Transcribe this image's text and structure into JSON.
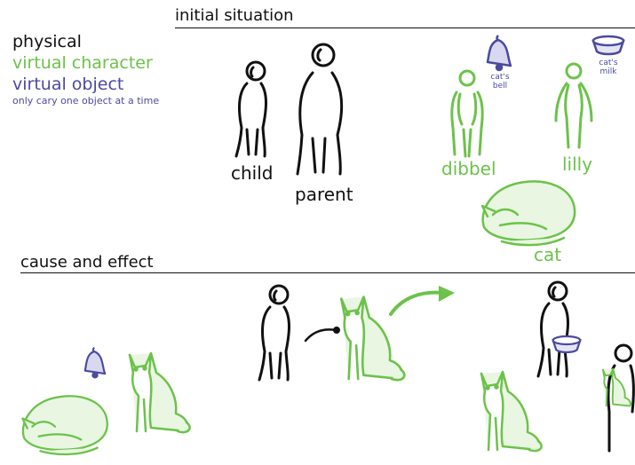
{
  "colors": {
    "physical": "#111111",
    "virtual_character": "#6cc24a",
    "virtual_object": "#4a4aa0"
  },
  "legend": {
    "physical": "physical",
    "virtual_character": "virtual character",
    "virtual_object": "virtual object",
    "note": "only cary one object at a time"
  },
  "sections": {
    "initial": "initial situation",
    "cause_effect": "cause and effect"
  },
  "labels": {
    "child": "child",
    "parent": "parent",
    "dibbel": "dibbel",
    "lilly": "lilly",
    "cat": "cat",
    "cats_bell": "cat's bell",
    "cats_milk": "cat's milk"
  },
  "icons": [
    "bell-icon",
    "milk-bowl-icon",
    "cat-icon",
    "arrow-icon"
  ]
}
